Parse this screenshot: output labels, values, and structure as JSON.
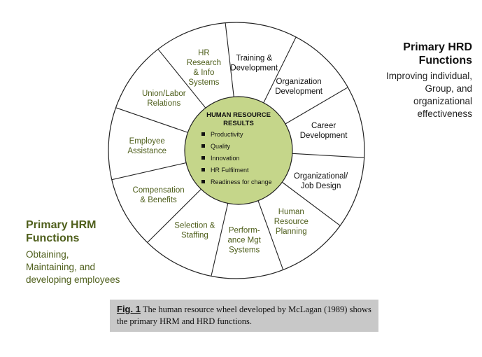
{
  "center": {
    "title_lines": [
      "HUMAN RESOURCE",
      "RESULTS"
    ],
    "items": [
      "Productivity",
      "Quality",
      "Innovation",
      "HR Fulfilment",
      "Readiness for change"
    ]
  },
  "segments": [
    {
      "lines": [
        "Training &",
        "Development"
      ],
      "color": "#111111"
    },
    {
      "lines": [
        "Organization",
        "Development"
      ],
      "color": "#111111"
    },
    {
      "lines": [
        "Career",
        "Development"
      ],
      "color": "#111111"
    },
    {
      "lines": [
        "Organizational/",
        "Job Design"
      ],
      "color": "#111111"
    },
    {
      "lines": [
        "Human",
        "Resource",
        "Planning"
      ],
      "color": "#4f5f1c"
    },
    {
      "lines": [
        "Perform-",
        "ance Mgt",
        "Systems"
      ],
      "color": "#4f5f1c"
    },
    {
      "lines": [
        "Selection &",
        "Staffing"
      ],
      "color": "#4f5f1c"
    },
    {
      "lines": [
        "Compensation",
        "& Benefits"
      ],
      "color": "#4f5f1c"
    },
    {
      "lines": [
        "Employee",
        "Assistance"
      ],
      "color": "#4f5f1c"
    },
    {
      "lines": [
        "Union/Labor",
        "Relations"
      ],
      "color": "#4f5f1c"
    },
    {
      "lines": [
        "HR",
        "Research",
        "& Info",
        "Systems"
      ],
      "color": "#4f5f1c"
    }
  ],
  "hrd": {
    "title_line1": "Primary HRD",
    "title_line2": "Functions",
    "desc_line1": "Improving individual,",
    "desc_line2": "Group, and",
    "desc_line3": "organizational",
    "desc_line4": "effectiveness"
  },
  "hrm": {
    "title_line1": "Primary HRM",
    "title_line2": "Functions",
    "desc_line1": "Obtaining,",
    "desc_line2": "Maintaining, and",
    "desc_line3": "developing employees"
  },
  "caption": {
    "fig_label": "Fig. 1",
    "text": " The human resource wheel developed by McLagan (1989) shows the primary HRM and HRD functions."
  },
  "colors": {
    "hub_fill": "#c5d68a",
    "hrm_text": "#4f5f1c",
    "hrd_text": "#111111",
    "caption_bg": "#c8c8c8"
  }
}
